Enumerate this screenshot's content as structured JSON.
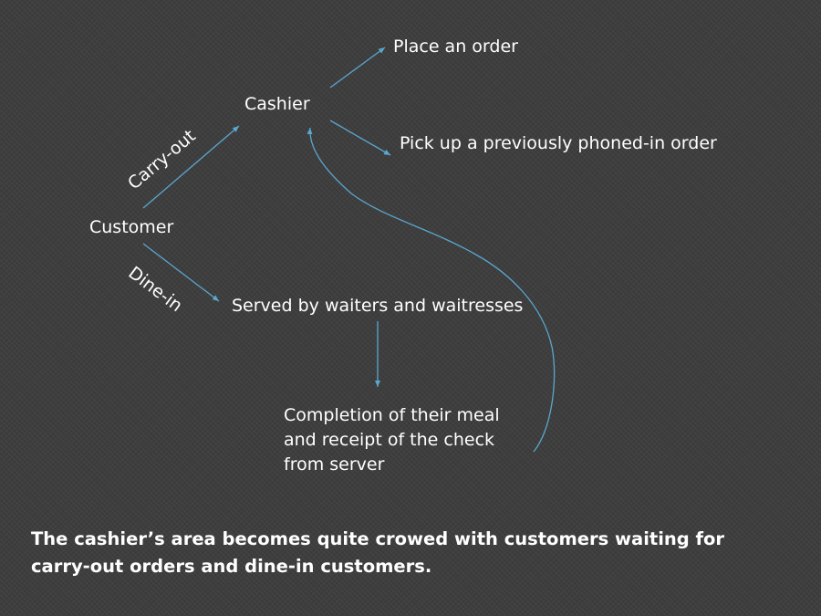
{
  "diagram": {
    "nodes": {
      "cashier": "Cashier",
      "place_order": "Place an order",
      "pick_up": "Pick up a previously phoned-in order",
      "customer": "Customer",
      "served": "Served by waiters and waitresses",
      "completion_line1": "Completion of their meal",
      "completion_line2": "and receipt of the check",
      "completion_line3": "from server"
    },
    "edge_labels": {
      "carry_out": "Carry-out",
      "dine_in": "Dine-in"
    },
    "colors": {
      "arrow": "#5aa7cf",
      "text": "#ffffff",
      "background": "#3e3e3e"
    }
  },
  "caption": "The cashier’s area becomes quite crowed with customers waiting for carry-out orders and dine-in customers."
}
